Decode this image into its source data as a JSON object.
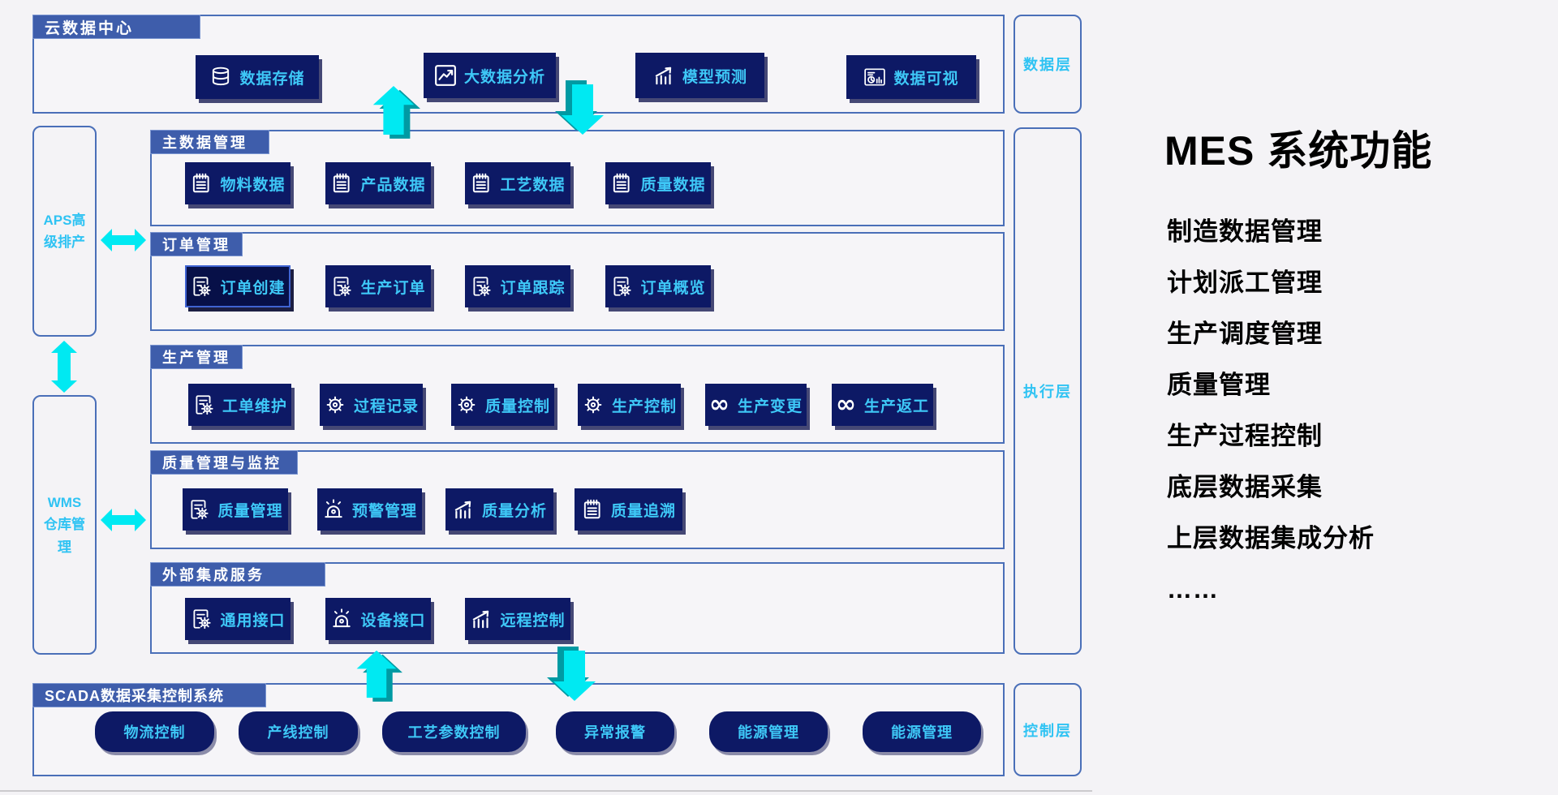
{
  "colors": {
    "background": "#f4f3f6",
    "accent_cyan_text": "#3ec8f7",
    "button_navy": "#0d1965",
    "selected_button_navy": "#071048",
    "tab_blue": "#3e5dab",
    "border_blue": "#4a6fb8",
    "arrow_cyan": "#00e9f2",
    "arrow_teal_shadow": "#009aa3",
    "feature_text": "#000000"
  },
  "cloud": {
    "title": "云数据中心",
    "buttons": [
      {
        "label": "数据存储",
        "icon": "database-icon"
      },
      {
        "label": "大数据分析",
        "icon": "line-chart-icon"
      },
      {
        "label": "模型预测",
        "icon": "bar-chart-arrow-icon"
      },
      {
        "label": "数据可视",
        "icon": "dashboard-icon"
      }
    ]
  },
  "layers": {
    "data": "数据层",
    "execution": "执行层",
    "control": "控制层"
  },
  "left_modules": {
    "aps": "APS高级排产",
    "wms": "WMS仓库管理"
  },
  "sections": [
    {
      "id": "master-data",
      "title": "主数据管理",
      "buttons": [
        {
          "label": "物料数据",
          "icon": "notepad-icon"
        },
        {
          "label": "产品数据",
          "icon": "notepad-icon"
        },
        {
          "label": "工艺数据",
          "icon": "notepad-icon"
        },
        {
          "label": "质量数据",
          "icon": "notepad-icon"
        }
      ]
    },
    {
      "id": "order",
      "title": "订单管理",
      "buttons": [
        {
          "label": "订单创建",
          "icon": "doc-gear-icon",
          "selected": true
        },
        {
          "label": "生产订单",
          "icon": "doc-gear-icon"
        },
        {
          "label": "订单跟踪",
          "icon": "doc-gear-icon"
        },
        {
          "label": "订单概览",
          "icon": "doc-gear-icon"
        }
      ]
    },
    {
      "id": "production",
      "title": "生产管理",
      "buttons": [
        {
          "label": "工单维护",
          "icon": "doc-gear-icon"
        },
        {
          "label": "过程记录",
          "icon": "gear-icon"
        },
        {
          "label": "质量控制",
          "icon": "gear-icon"
        },
        {
          "label": "生产控制",
          "icon": "gear-icon"
        },
        {
          "label": "生产变更",
          "icon": "infinity-icon"
        },
        {
          "label": "生产返工",
          "icon": "infinity-icon"
        }
      ]
    },
    {
      "id": "quality",
      "title": "质量管理与监控",
      "buttons": [
        {
          "label": "质量管理",
          "icon": "doc-gear-icon"
        },
        {
          "label": "预警管理",
          "icon": "alarm-icon"
        },
        {
          "label": "质量分析",
          "icon": "bar-chart-arrow-icon"
        },
        {
          "label": "质量追溯",
          "icon": "notepad-icon"
        }
      ]
    },
    {
      "id": "integration",
      "title": "外部集成服务",
      "buttons": [
        {
          "label": "通用接口",
          "icon": "doc-gear-icon"
        },
        {
          "label": "设备接口",
          "icon": "alarm-icon"
        },
        {
          "label": "远程控制",
          "icon": "bar-chart-arrow-icon"
        }
      ]
    }
  ],
  "scada": {
    "title": "SCADA数据采集控制系统",
    "pills": [
      "物流控制",
      "产线控制",
      "工艺参数控制",
      "异常报警",
      "能源管理",
      "能源管理"
    ]
  },
  "right_panel": {
    "title": "MES 系统功能",
    "features": [
      "制造数据管理",
      "计划派工管理",
      "生产调度管理",
      "质量管理",
      "生产过程控制",
      "底层数据采集",
      "上层数据集成分析",
      "……"
    ]
  }
}
